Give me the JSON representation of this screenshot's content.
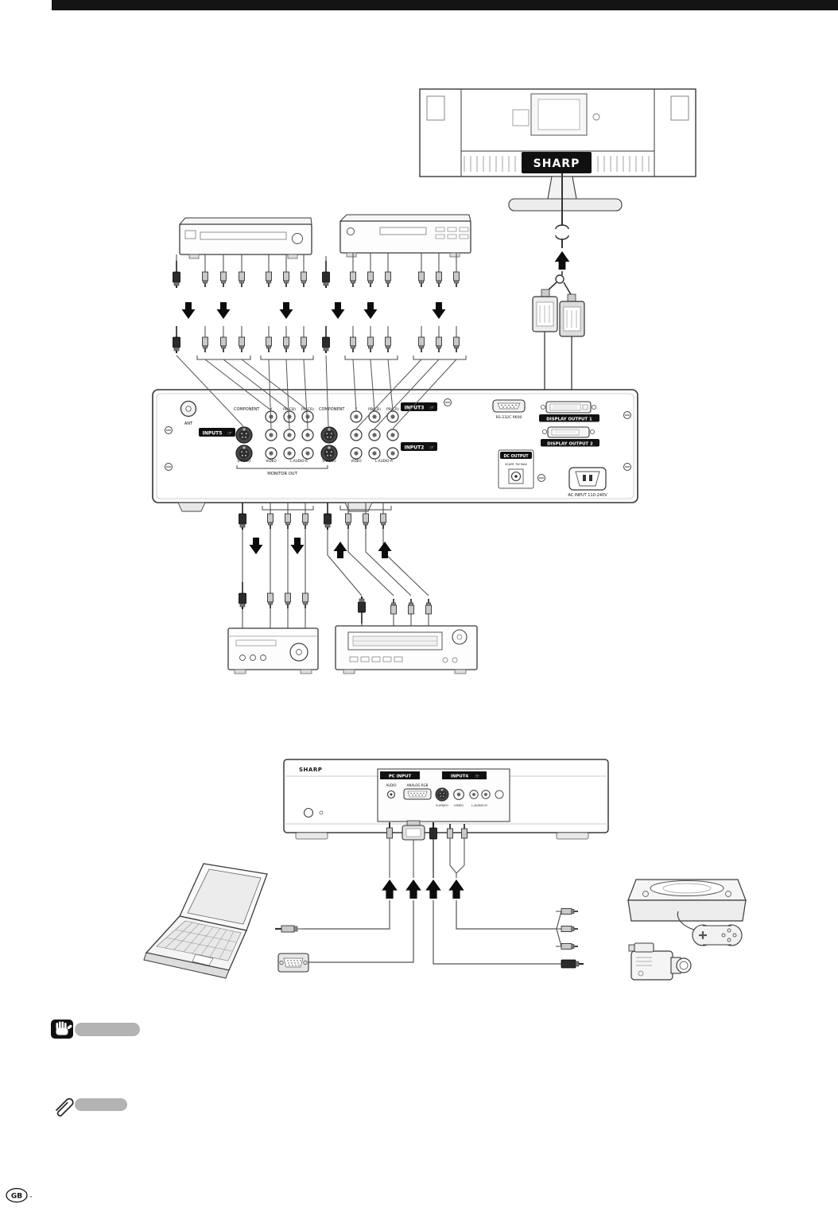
{
  "tv": {
    "brand": "SHARP"
  },
  "icons": {
    "hand_pointer": "☞"
  },
  "rear_panel": {
    "ant": "ANT",
    "input5": "INPUT5",
    "input3": "INPUT3",
    "input2": "INPUT2",
    "component": "COMPONENT",
    "col_y": "Y",
    "col_pb": "PB(CB)",
    "col_pr": "PR(CR)",
    "svideo": "S-VIDEO",
    "video": "VIDEO",
    "audio_lr": "L-AUDIO-R",
    "monitor_out": "MONITOR OUT",
    "rs232c": "RS-232C 9600",
    "display_output_1": "DISPLAY OUTPUT 1",
    "display_output_2": "DISPLAY OUTPUT 2",
    "dc_output": "DC OUTPUT",
    "dc_output_sub": "SCART 7W MAX",
    "ac_input": "AC INPUT 110-240V"
  },
  "front_panel": {
    "brand": "SHARP",
    "pc_input": "PC INPUT",
    "input4": "INPUT4",
    "audio": "AUDIO",
    "analog_rgb": "ANALOG RGB",
    "svideo": "S-VIDEO",
    "video": "VIDEO",
    "audio_lr": "L-AUDIO-R"
  },
  "footer": {
    "region": "GB",
    "dash": "-"
  }
}
